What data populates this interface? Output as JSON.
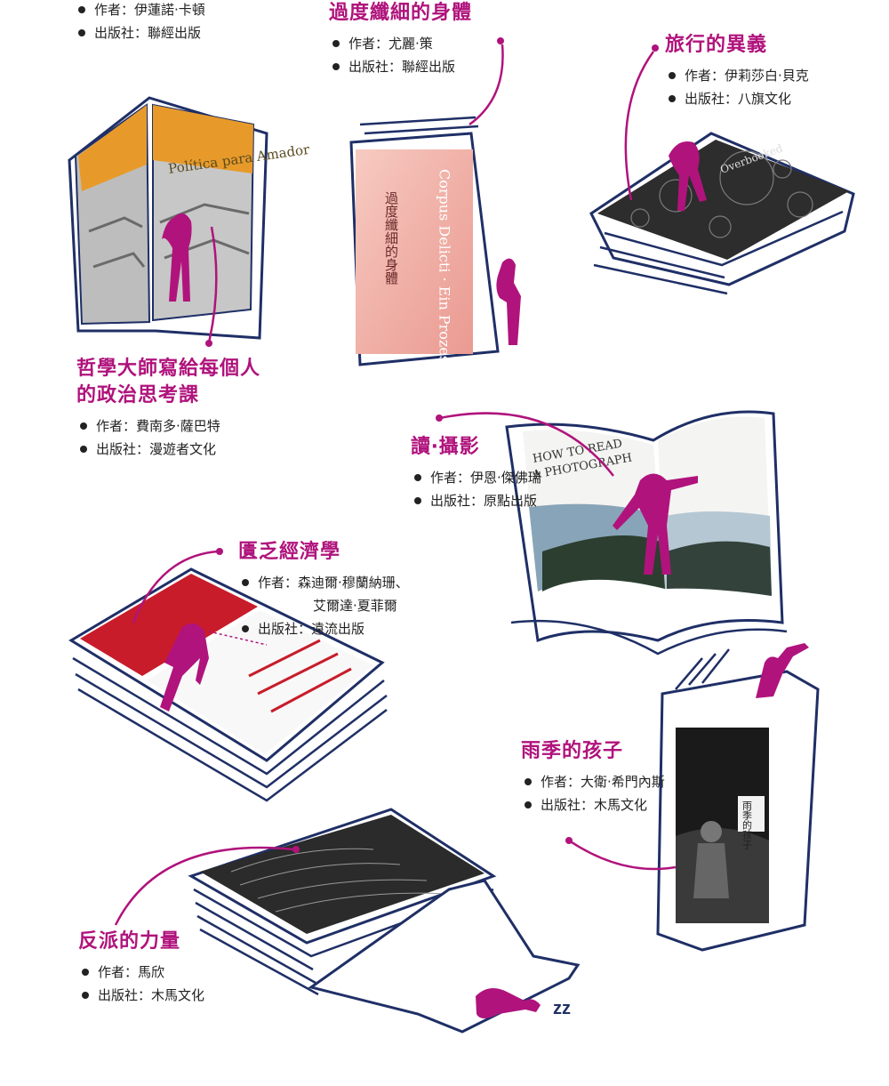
{
  "colors": {
    "accent": "#b0137c",
    "line": "#1f2f66",
    "text": "#222222"
  },
  "books": [
    {
      "title": [
        "",
        ""
      ],
      "author": "作者：伊蓮諾‧卡頓",
      "publisher": "出版社：聯經出版"
    },
    {
      "title": [
        "過度纖細的身體",
        ""
      ],
      "author": "作者：尤麗‧策",
      "publisher": "出版社：聯經出版",
      "cover_text": {
        "latin": "Corpus Delicti · Ein Prozess",
        "cjk": "過度纖細的身體"
      }
    },
    {
      "title": [
        "旅行的異義",
        ""
      ],
      "author": "作者：伊莉莎白‧貝克",
      "publisher": "出版社：八旗文化",
      "cover_text": "Overbooked"
    },
    {
      "title": [
        "哲學大師寫給每個人",
        "的政治思考課"
      ],
      "author": "作者：費南多‧薩巴特",
      "publisher": "出版社：漫遊者文化",
      "cover_text": "Política para Amador"
    },
    {
      "title": [
        "讀‧攝影",
        ""
      ],
      "author": "作者：伊恩‧傑佛瑞",
      "publisher": "出版社：原點出版",
      "cover_text": [
        "HOW TO READ",
        "A PHOTOGRAPH"
      ]
    },
    {
      "title": [
        "匱乏經濟學",
        ""
      ],
      "author": [
        "作者：森迪爾‧穆蘭納珊、",
        "艾爾達‧夏菲爾"
      ],
      "publisher": "出版社：遠流出版"
    },
    {
      "title": [
        "雨季的孩子",
        ""
      ],
      "author": "作者：大衛‧希門內斯",
      "publisher": "出版社：木馬文化",
      "cover_text": "雨季的孩子"
    },
    {
      "title": [
        "反派的力量",
        ""
      ],
      "author": "作者：馬欣",
      "publisher": "出版社：木馬文化"
    }
  ],
  "sleep_text": "zz"
}
